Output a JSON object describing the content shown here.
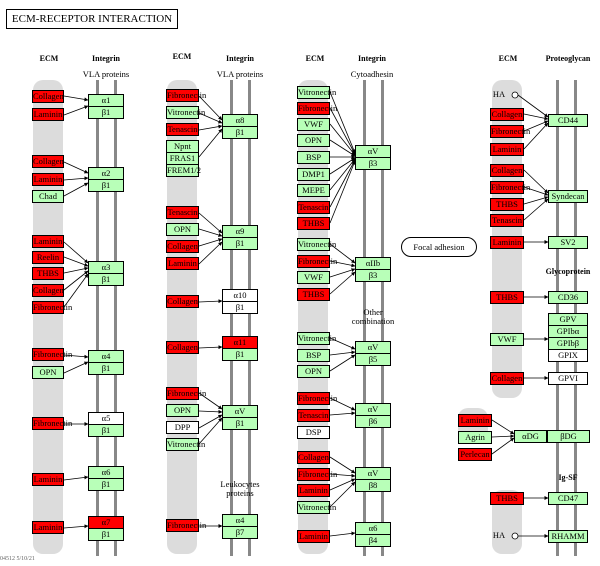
{
  "title": "ECM-RECEPTOR INTERACTION",
  "focal_adhesion": "Focal adhesion",
  "footer_id": "04512 5/10/21",
  "colors": {
    "red": "#ff0000",
    "green": "#b8ffb8",
    "gray_column": "#dcdcdc",
    "bar": "#888888"
  },
  "headers": {
    "col1_ecm": "ECM",
    "col1_integrin": "Integrin",
    "col1_sub": "VLA proteins",
    "col2_ecm": "ECM",
    "col2_integrin": "Integrin",
    "col2_sub": "VLA proteins",
    "col2_leuko": "Leukocytes proteins",
    "col3_ecm": "ECM",
    "col3_integrin": "Integrin",
    "col3_sub": "Cytoadhesin",
    "col3_other": "Other combination",
    "col4_ecm": "ECM",
    "col4_proteoglycan": "Proteoglycan",
    "col4_glycoprotein": "Glycoprotein",
    "col4_igsf": "Ig-SF",
    "ha_label_1": "HA",
    "ha_label_2": "HA"
  },
  "c1": {
    "collagen1": "Collagen",
    "laminin1": "Laminin",
    "a1": "α1",
    "b1_1": "β1",
    "collagen2": "Collagen",
    "laminin2": "Laminin",
    "chad": "Chad",
    "a2": "α2",
    "b1_2": "β1",
    "laminin3": "Laminin",
    "reelin": "Reelin",
    "thbs": "THBS",
    "collagen3": "Collagen",
    "fibronectin1": "Fibronectin",
    "a3": "α3",
    "b1_3": "β1",
    "fibronectin2": "Fibronectin",
    "opn": "OPN",
    "a4": "α4",
    "b1_4": "β1",
    "fibronectin3": "Fibronectin",
    "a5": "α5",
    "b1_5": "β1",
    "laminin4": "Laminin",
    "a6": "α6",
    "b1_6": "β1",
    "laminin5": "Laminin",
    "a7": "α7",
    "b1_7": "β1"
  },
  "c2": {
    "fibronectin1": "Fibronectin",
    "vitronectin1": "Vitronectin",
    "tenascin1": "Tenascin",
    "a8": "α8",
    "b1_1": "β1",
    "npnt": "Npnt",
    "fras1": "FRAS1",
    "frem12": "FREM1/2",
    "tenascin2": "Tenascin",
    "opn": "OPN",
    "collagen1": "Collagen",
    "laminin1": "Laminin",
    "a9": "α9",
    "b1_2": "β1",
    "collagen2": "Collagen",
    "a10": "α10",
    "b1_3": "β1",
    "collagen3": "Collagen",
    "a11": "α11",
    "b1_4": "β1",
    "fibronectin2": "Fibronectin",
    "opn2": "OPN",
    "dpp": "DPP",
    "vitronectin2": "Vitronectin",
    "av": "αV",
    "b1_5": "β1",
    "fibronectin3": "Fibronectin",
    "a4": "α4",
    "b7": "β7"
  },
  "c3": {
    "vitronectin1": "Vitronectin",
    "fibronectin1": "Fibronectin",
    "vwf1": "VWF",
    "opn1": "OPN",
    "bsp1": "BSP",
    "dmp1": "DMP1",
    "mepe": "MEPE",
    "tenascin1": "Tenascin",
    "thbs1": "THBS",
    "av1": "αV",
    "b3_1": "β3",
    "vitronectin2": "Vitronectin",
    "fibronectin2": "Fibronectin",
    "vwf2": "VWF",
    "thbs2": "THBS",
    "aiib": "αIIb",
    "b3_2": "β3",
    "vitronectin3": "Vitronectin",
    "bsp2": "BSP",
    "opn2": "OPN",
    "av2": "αV",
    "b5": "β5",
    "fibronectin3": "Fibronectin",
    "tenascin2": "Tenascin",
    "dsp": "DSP",
    "av3": "αV",
    "b6": "β6",
    "collagen": "Collagen",
    "fibronectin4": "Fibronectin",
    "laminin": "Laminin",
    "vitronectin4": "Vitronectin",
    "av4": "αV",
    "b8": "β8",
    "laminin2": "Laminin",
    "a6": "α6",
    "b4": "β4"
  },
  "c4": {
    "collagen1": "Collagen",
    "fibronectin1": "Fibronectin",
    "laminin1": "Laminin",
    "cd44": "CD44",
    "collagen2": "Collagen",
    "fibronectin2": "Fibronectin",
    "thbs1": "THBS",
    "tenascin": "Tenascin",
    "syndecan": "Syndecan",
    "laminin2": "Laminin",
    "sv2": "SV2",
    "thbs2": "THBS",
    "cd36": "CD36",
    "vwf": "VWF",
    "gpv": "GPV",
    "gpiba": "GPIbα",
    "gpibb": "GPIbβ",
    "gpix": "GPIX",
    "collagen3": "Collagen",
    "gpvi": "GPVI",
    "laminin3": "Laminin",
    "agrin": "Agrin",
    "perlecan": "Perlecan",
    "adg": "αDG",
    "bdg": "βDG",
    "thbs3": "THBS",
    "cd47": "CD47",
    "rhamm": "RHAMM"
  }
}
